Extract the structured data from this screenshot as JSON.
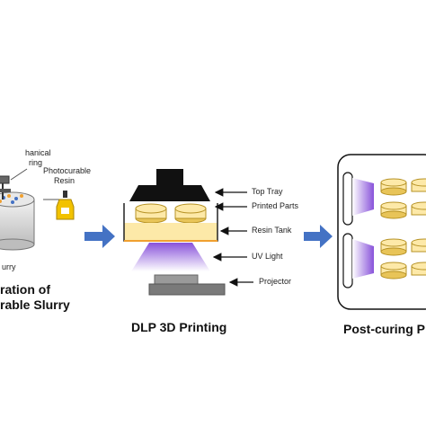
{
  "stage1": {
    "mixing_label_line1": "hanical",
    "mixing_label_line2": "ring",
    "resin_label_line1": "Photocurable",
    "resin_label_line2": "Resin",
    "slurry_label": "urry",
    "title_line1": "ration of",
    "title_line2": "rable Slurry"
  },
  "stage2": {
    "callouts": [
      "Top Tray",
      "Printed Parts",
      "Resin Tank",
      "UV Light",
      "Projector"
    ],
    "title": "DLP 3D Printing"
  },
  "stage3": {
    "title": "Post-curing P"
  },
  "colors": {
    "arrow": "#4472c4",
    "resin_yellow": "#fde9a8",
    "tray_black": "#111111",
    "uv_purple": "#7b3fd6",
    "bottle_yellow": "#f2c200",
    "tank_orange": "#f0a030"
  }
}
